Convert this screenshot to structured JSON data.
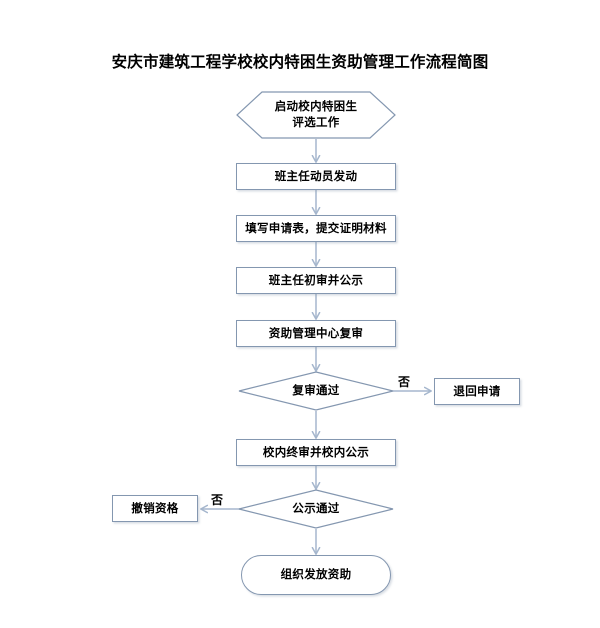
{
  "diagram": {
    "title": "安庆市建筑工程学校校内特困生资助管理工作流程简图",
    "colors": {
      "stroke": "#8497b0",
      "connector": "#a5b6cd",
      "fill": "#ffffff",
      "text": "#000000",
      "background": "#ffffff"
    },
    "nodes": {
      "start": {
        "label_line1": "启动校内特困生",
        "label_line2": "评选工作",
        "shape": "hexagon"
      },
      "mobilize": {
        "label": "班主任动员发动",
        "shape": "rectangle"
      },
      "apply": {
        "label": "填写申请表，提交证明材料",
        "shape": "rectangle"
      },
      "first_review": {
        "label": "班主任初审并公示",
        "shape": "rectangle"
      },
      "center_review": {
        "label": "资助管理中心复审",
        "shape": "rectangle"
      },
      "review_pass": {
        "label": "复审通过",
        "shape": "diamond"
      },
      "return_application": {
        "label": "退回申请",
        "shape": "rectangle"
      },
      "final_review": {
        "label": "校内终审并校内公示",
        "shape": "rectangle"
      },
      "publicity_pass": {
        "label": "公示通过",
        "shape": "diamond"
      },
      "revoke": {
        "label": "撤销资格",
        "shape": "rectangle"
      },
      "grant": {
        "label": "组织发放资助",
        "shape": "rounded-rectangle"
      }
    },
    "edge_labels": {
      "review_no": "否",
      "publicity_no": "否"
    }
  }
}
